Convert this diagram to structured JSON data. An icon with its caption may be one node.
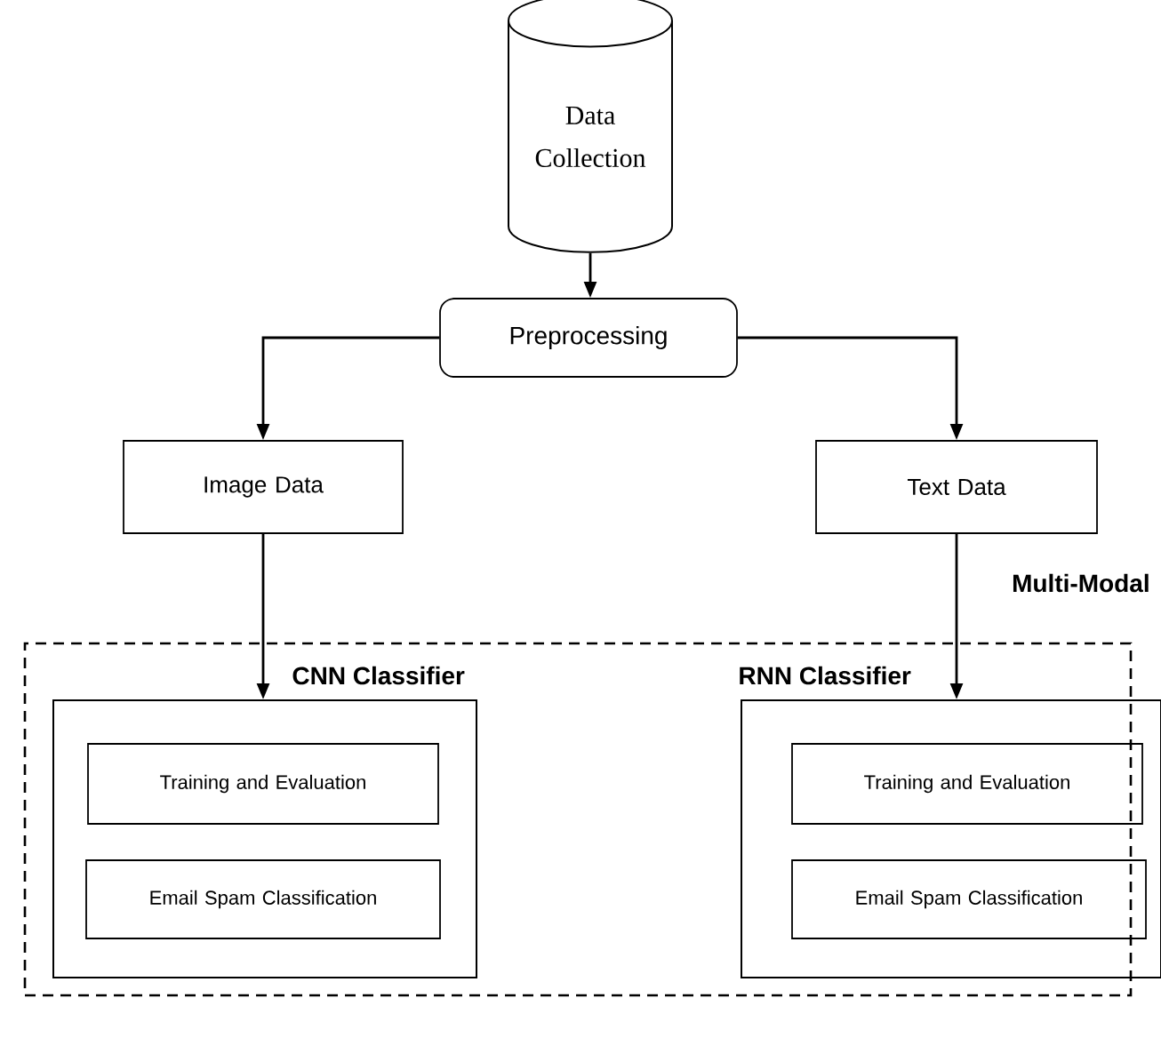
{
  "diagram": {
    "nodes": [
      {
        "text": [
          "Data Collection"
        ]
      },
      {
        "text": [
          "Preprocessing"
        ]
      },
      {
        "text": [
          "Image Data"
        ]
      },
      {
        "text": [
          "Text Data"
        ]
      },
      {
        "text": [
          "Multi-Modal"
        ]
      },
      {
        "text": [
          "CNN Classifier"
        ],
        "in": 4
      },
      {
        "text": [
          "Training and Evaluation"
        ],
        "in": 5
      },
      {
        "text": [
          "Email Spam Classification"
        ],
        "in": 5
      },
      {
        "text": [
          "RNN Classifier"
        ],
        "in": 4
      },
      {
        "text": [
          "Training and Evaluation"
        ],
        "in": 8
      },
      {
        "text": [
          "Email Spam Classification"
        ],
        "in": 8
      }
    ],
    "edges": [
      {
        "from": 0,
        "to": 1,
        "arrow": "to"
      },
      {
        "from": 1,
        "to": 2,
        "arrow": "to"
      },
      {
        "from": 1,
        "to": 3,
        "arrow": "to"
      },
      {
        "from": 2,
        "to": 5,
        "arrow": "to"
      },
      {
        "from": 3,
        "to": 8,
        "arrow": "to"
      }
    ]
  }
}
